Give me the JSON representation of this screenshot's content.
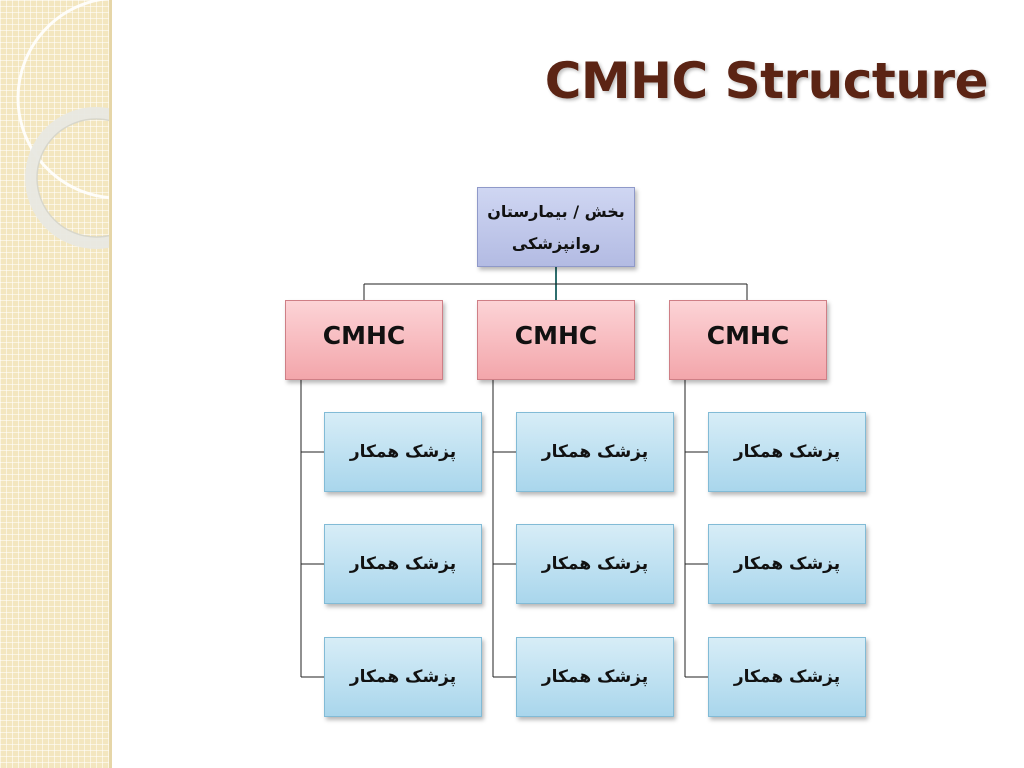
{
  "title": "CMHC Structure",
  "diagram": {
    "root": {
      "line1": "بخش / بیمارستان",
      "line2": "روانپزشکی"
    },
    "branches": [
      {
        "label": "CMHC",
        "members": [
          "پزشک همکار",
          "پزشک همکار",
          "پزشک همکار"
        ]
      },
      {
        "label": "CMHC",
        "members": [
          "پزشک همکار",
          "پزشک همکار",
          "پزشک همکار"
        ]
      },
      {
        "label": "CMHC",
        "members": [
          "پزشک همکار",
          "پزشک همکار",
          "پزشک همکار"
        ]
      }
    ]
  },
  "colors": {
    "title": "#5b2414",
    "root_fill": "#c3caeb",
    "branch_fill": "#f7b9bd",
    "member_fill": "#bfe1f1",
    "side_strip": "#f3e6bf"
  }
}
